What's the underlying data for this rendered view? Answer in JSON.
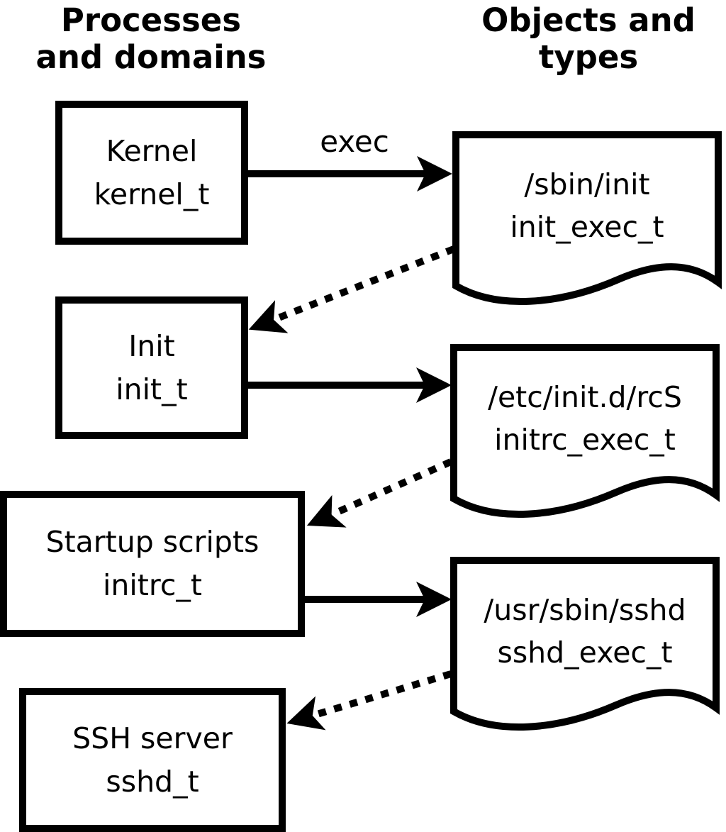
{
  "headers": {
    "left": {
      "line1": "Processes",
      "line2": "and domains"
    },
    "right": {
      "line1": "Objects and",
      "line2": "types"
    }
  },
  "processes": [
    {
      "label": "Kernel",
      "type": "kernel_t"
    },
    {
      "label": "Init",
      "type": "init_t"
    },
    {
      "label": "Startup scripts",
      "type": "initrc_t"
    },
    {
      "label": "SSH server",
      "type": "sshd_t"
    }
  ],
  "objects": [
    {
      "path": "/sbin/init",
      "type": "init_exec_t"
    },
    {
      "path": "/etc/init.d/rcS",
      "type": "initrc_exec_t"
    },
    {
      "path": "/usr/sbin/sshd",
      "type": "sshd_exec_t"
    }
  ],
  "edges": {
    "exec_label": "exec",
    "solid_arrows": [
      {
        "from": "kernel_t",
        "to": "init_exec_t",
        "label": "exec"
      },
      {
        "from": "init_t",
        "to": "initrc_exec_t",
        "label": ""
      },
      {
        "from": "initrc_t",
        "to": "sshd_exec_t",
        "label": ""
      }
    ],
    "dotted_arrows": [
      {
        "from": "init_exec_t",
        "to": "init_t"
      },
      {
        "from": "initrc_exec_t",
        "to": "initrc_t"
      },
      {
        "from": "sshd_exec_t",
        "to": "sshd_t"
      }
    ]
  },
  "colors": {
    "ink": "#000000",
    "paper": "#ffffff"
  }
}
